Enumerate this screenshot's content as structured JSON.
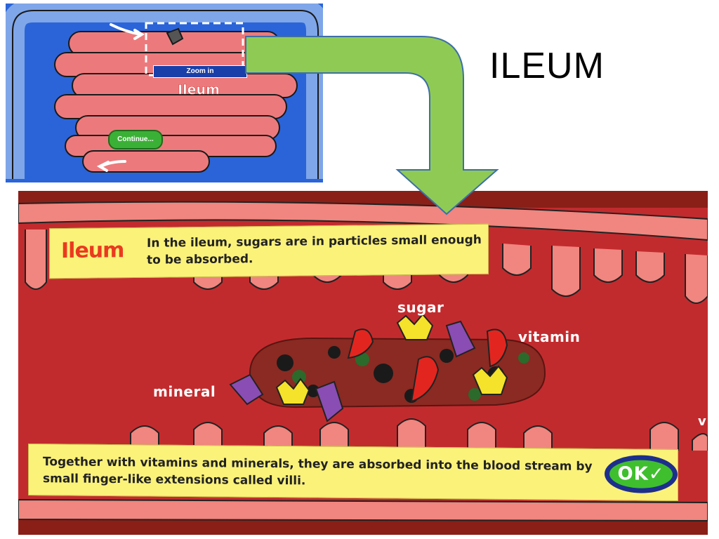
{
  "slide": {
    "title": "ILEUM"
  },
  "thumbnail": {
    "zoom_label": "Zoom in",
    "region_label": "Ileum",
    "continue_label": "Continue..."
  },
  "scene": {
    "top_heading": "Ileum",
    "top_text": "In the ileum, sugars are in particles small enough to be absorbed.",
    "bottom_text": "Together with vitamins and minerals, they are absorbed into the blood stream by small finger-like extensions called villi.",
    "ok_label": "OK✓",
    "labels": {
      "sugar": "sugar",
      "vitamin": "vitamin",
      "mineral": "mineral",
      "edge": "v"
    }
  },
  "colors": {
    "intestine_pink": "#ec7a7d",
    "thumb_blue": "#2a64d8",
    "scene_red": "#c22b2e",
    "arrow_green": "#8fcb54",
    "text_box_yellow": "#fbf27a",
    "heading_red": "#ea3a1f",
    "ok_green": "#3fbf2e",
    "ok_blue": "#1d2f8c"
  },
  "icons": [
    "zoom-frame-icon",
    "arrow-curve-icon",
    "down-arrow-icon",
    "sugar-character-icon",
    "vitamin-character-icon",
    "mineral-character-icon",
    "checkmark-icon"
  ]
}
